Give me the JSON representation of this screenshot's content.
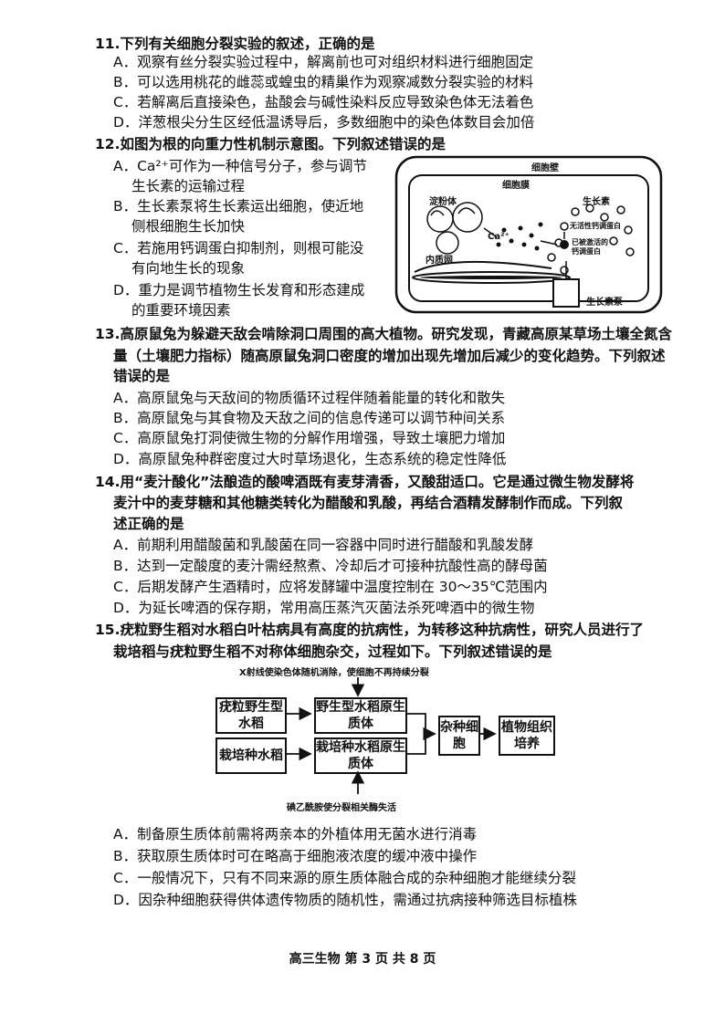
{
  "q11": {
    "stem": "11.下列有关细胞分裂实验的叙述，正确的是",
    "A": "A．观察有丝分裂实验过程中，解离前也可对组织材料进行细胞固定",
    "B": "B．可以选用桃花的雌蕊或蝗虫的精巢作为观察减数分裂实验的材料",
    "C": "C．若解离后直接染色，盐酸会与碱性染料反应导致染色体无法着色",
    "D": "D．洋葱根尖分生区经低温诱导后，多数细胞中的染色体数目会加倍"
  },
  "q12": {
    "stem": "12.如图为根的向重力性机制示意图。下列叙述错误的是",
    "A1": "A．Ca²⁺可作为一种信号分子，参与调节",
    "A2": "生长素的运输过程",
    "B1": "B．生长素泵将生长素运出细胞，使近地",
    "B2": "侧根细胞生长加快",
    "C1": "C．若施用钙调蛋白抑制剂，则根可能没",
    "C2": "有向地生长的现象",
    "D1": "D．重力是调节植物生长发育和形态建成",
    "D2": "的重要环境因素",
    "figure": {
      "cell_wall": "细胞壁",
      "cell_membrane": "细胞膜",
      "amyloplast": "淀粉体",
      "auxin": "生长素",
      "ca": "Ca²⁺",
      "inactive_cam": "无活性钙调蛋白",
      "active_cam1": "已被激活的",
      "active_cam2": "钙调蛋白",
      "er": "内质网",
      "pump": "生长素泵"
    }
  },
  "q13": {
    "l1": "13.高原鼠兔为躲避天敌会啃除洞口周围的高大植物。研究发现，青藏高原某草场土壤全氮含",
    "l2": "量（土壤肥力指标）随高原鼠兔洞口密度的增加出现先增加后减少的变化趋势。下列叙述",
    "l3": "错误的是",
    "A": "A．高原鼠兔与天敌间的物质循环过程伴随着能量的转化和散失",
    "B": "B．高原鼠兔与其食物及天敌之间的信息传递可以调节种间关系",
    "C": "C．高原鼠兔打洞使微生物的分解作用增强，导致土壤肥力增加",
    "D": "D．高原鼠兔种群密度过大时草场退化，生态系统的稳定性降低"
  },
  "q14": {
    "l1": "14.用“麦汁酸化”法酿造的酸啤酒既有麦芽清香，又酸甜适口。它是通过微生物发酵将",
    "l2": "麦汁中的麦芽糖和其他糖类转化为醋酸和乳酸，再结合酒精发酵制作而成。下列叙",
    "l3": "述正确的是",
    "A": "A．前期利用醋酸菌和乳酸菌在同一容器中同时进行醋酸和乳酸发酵",
    "B": "B．达到一定酸度的麦汁需经熬煮、冷却后才可接种抗酸性高的酵母菌",
    "C": "C．后期发酵产生酒精时，应将发酵罐中温度控制在 30～35℃范围内",
    "D": "D．为延长啤酒的保存期，常用高压蒸汽灭菌法杀死啤酒中的微生物"
  },
  "q15": {
    "l1": "15.疣粒野生稻对水稻白叶枯病具有高度的抗病性，为转移这种抗病性，研究人员进行了",
    "l2": "栽培稻与疣粒野生稻不对称体细胞杂交，过程如下。下列叙述错误的是",
    "figure": {
      "top_note": "X射线使染色体随机消除，使细胞不再持续分裂",
      "bottom_note": "碘乙酰胺使分裂相关酶失活",
      "wild": "疣粒野生型水稻",
      "cult": "栽培种水稻",
      "wild_proto": "野生型水稻原生质体",
      "cult_proto": "栽培种水稻原生质体",
      "hybrid": "杂种细胞",
      "culture": "植物组织培养"
    },
    "A": "A．制备原生质体前需将两亲本的外植体用无菌水进行消毒",
    "B": "B．获取原生质体时可在略高于细胞液浓度的缓冲液中操作",
    "C": "C．一般情况下，只有不同来源的原生质体融合成的杂种细胞才能继续分裂",
    "D": "D．因杂种细胞获得供体遗传物质的随机性，需通过抗病接种筛选目标植株"
  },
  "footer": "高三生物  第 3 页  共 8 页"
}
